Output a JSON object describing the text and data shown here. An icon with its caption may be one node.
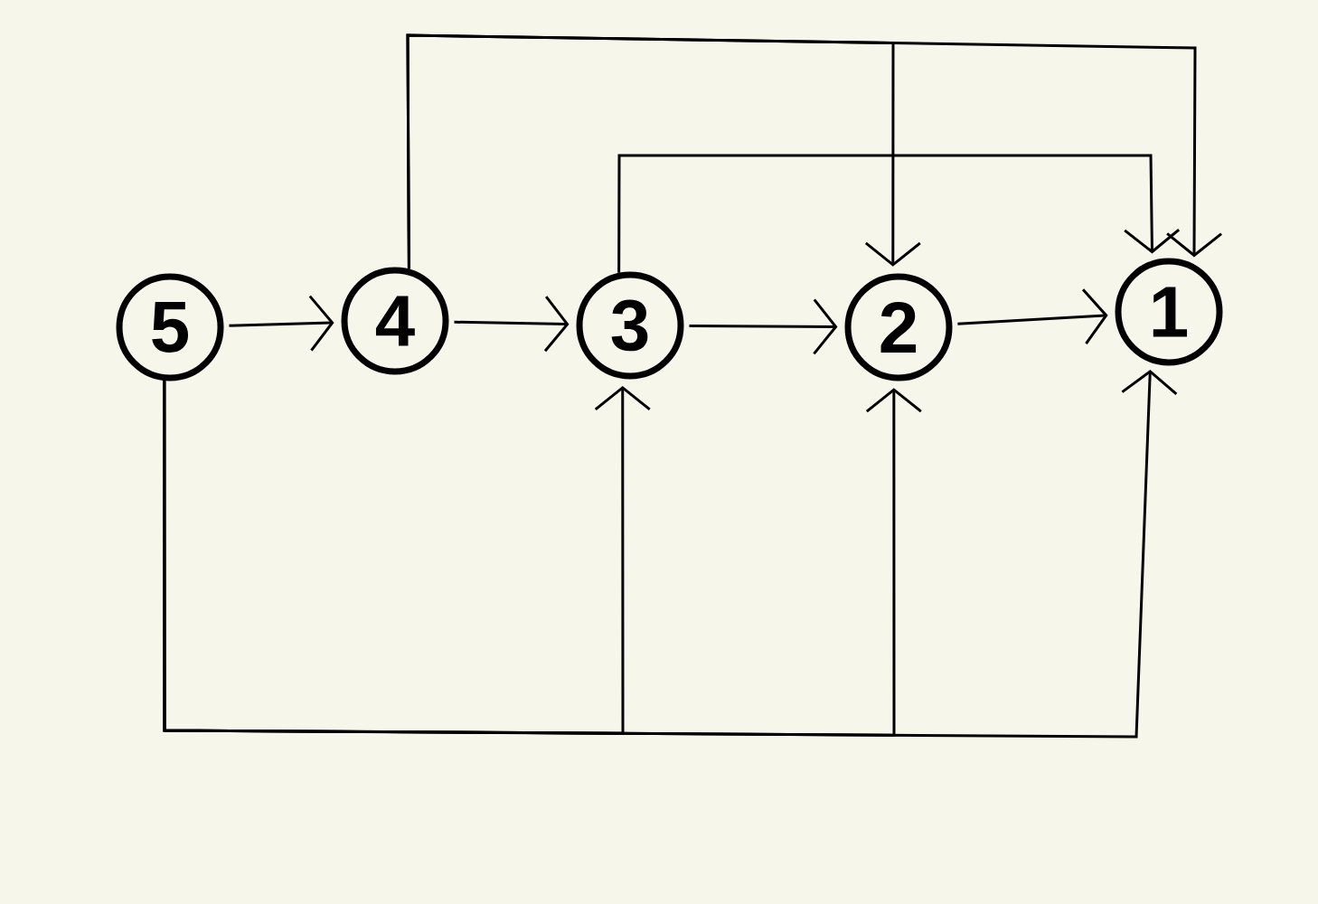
{
  "diagram": {
    "nodes": [
      {
        "text": [
          "5"
        ]
      },
      {
        "text": [
          "4"
        ]
      },
      {
        "text": [
          "3"
        ]
      },
      {
        "text": [
          "2"
        ]
      },
      {
        "text": [
          "1"
        ]
      }
    ],
    "edges": [
      {
        "from": 0,
        "to": 1,
        "arrow": "to"
      },
      {
        "from": 1,
        "to": 2,
        "arrow": "to"
      },
      {
        "from": 2,
        "to": 3,
        "arrow": "to"
      },
      {
        "from": 3,
        "to": 4,
        "arrow": "to"
      },
      {
        "from": 1,
        "to": 3,
        "arrow": "to"
      },
      {
        "from": 1,
        "to": 4,
        "arrow": "to"
      },
      {
        "from": 2,
        "to": 4,
        "arrow": "to"
      },
      {
        "from": 0,
        "to": 2,
        "arrow": "to"
      },
      {
        "from": 0,
        "to": 3,
        "arrow": "to"
      },
      {
        "from": 0,
        "to": 4,
        "arrow": "to"
      }
    ]
  }
}
